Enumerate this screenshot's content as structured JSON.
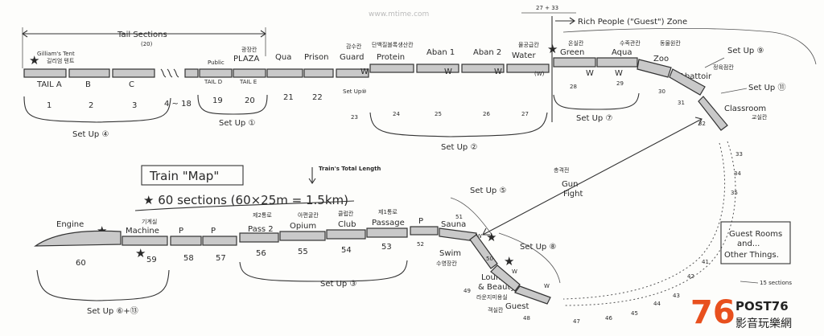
{
  "watermark": "www.mtime.com",
  "logo": {
    "number": "76",
    "name": "POST76",
    "subtitle": "影音玩樂網"
  },
  "title": {
    "map": "Train \"Map\"",
    "sections": "★ 60 sections (60×25m = 1.5km)",
    "total_length": "Train's Total Length"
  },
  "top": {
    "tail_sections": "Tail Sections",
    "tail_count": "(20)",
    "gilliams_tent": "Gilliam's Tent",
    "gilliams_tent_kr": "길리엄 텐트",
    "tail_a": "TAIL A",
    "b": "B",
    "c": "C",
    "n1": "1",
    "n2": "2",
    "n3": "3",
    "range": "4 ~ 18",
    "setup4": "Set Up ④",
    "public": "Public",
    "plaza_kr": "광장칸",
    "tail_d": "TAIL D",
    "plaza": "PLAZA",
    "tail_e": "TAIL E",
    "n19": "19",
    "n20": "20",
    "setup1": "Set Up ①",
    "qua": "Qua",
    "n21": "21",
    "prison": "Prison",
    "n22": "22",
    "guard_kr": "감수칸",
    "guard": "Guard",
    "setup10": "Set Up⑩",
    "n23": "23",
    "protein_kr": "단백질블록생산칸",
    "protein": "Protein",
    "n24": "24",
    "aban1": "Aban 1",
    "n25": "25",
    "aban2": "Aban 2",
    "n26": "26",
    "water_kr": "물공급칸",
    "water": "Water",
    "n27": "27",
    "w_paren": "(W)",
    "setup2": "Set Up ②",
    "w": "W",
    "zone_range": "27 + 33",
    "rich_zone": "Rich People (\"Guest\") Zone",
    "green_kr": "온실칸",
    "green": "Green",
    "n28": "28",
    "aqua_kr": "수족관칸",
    "aqua": "Aqua",
    "n29": "29",
    "setup7": "Set Up ⑦",
    "zoo_kr": "동물원칸",
    "zoo": "Zoo",
    "n30": "30",
    "abattoir_kr": "정육점칸",
    "abattoir": "Abattoir",
    "n31": "31",
    "setup9": "Set Up ⑨",
    "setup11": "Set Up ⑪",
    "classroom": "Classroom",
    "classroom_kr": "교실칸",
    "n32": "32",
    "n33": "33",
    "n34": "34",
    "n35": "35",
    "guest_rooms": "Guest Rooms",
    "and": "and...",
    "other_things": "Other Things.",
    "fifteen": "15 sections",
    "n41": "41",
    "n42": "42",
    "n43": "43",
    "n44": "44",
    "n45": "45",
    "n46": "46",
    "n47": "47"
  },
  "bottom": {
    "engine": "Engine",
    "n60": "60",
    "machine_kr": "기계실",
    "machine": "Machine",
    "n59": "59",
    "setup6_13": "Set Up ⑥+⑬",
    "p": "P",
    "n58": "58",
    "n57": "57",
    "pass2_kr": "제2통로",
    "pass2": "Pass 2",
    "n56": "56",
    "opium_kr": "아편굴칸",
    "opium": "Opium",
    "n55": "55",
    "club_kr": "클럽칸",
    "club": "Club",
    "n54": "54",
    "passage_kr": "제1통로",
    "passage": "Passage",
    "n53": "53",
    "setup3": "Set Up ③",
    "n52": "52",
    "n51": "51",
    "sauna": "Sauna",
    "setup5": "Set Up ⑤",
    "swim": "Swim",
    "swim_kr": "수영장칸",
    "n50": "50",
    "lounge": "Lounge",
    "beauty": "& Beauty",
    "lounge_kr": "라운지미용실",
    "n49": "49",
    "setup8": "Set Up ⑧",
    "guest": "Guest",
    "guest_kr": "객실칸",
    "n48": "48",
    "gunfight_kr": "총격전",
    "gun": "Gun",
    "fight": "Fight",
    "w": "W"
  }
}
